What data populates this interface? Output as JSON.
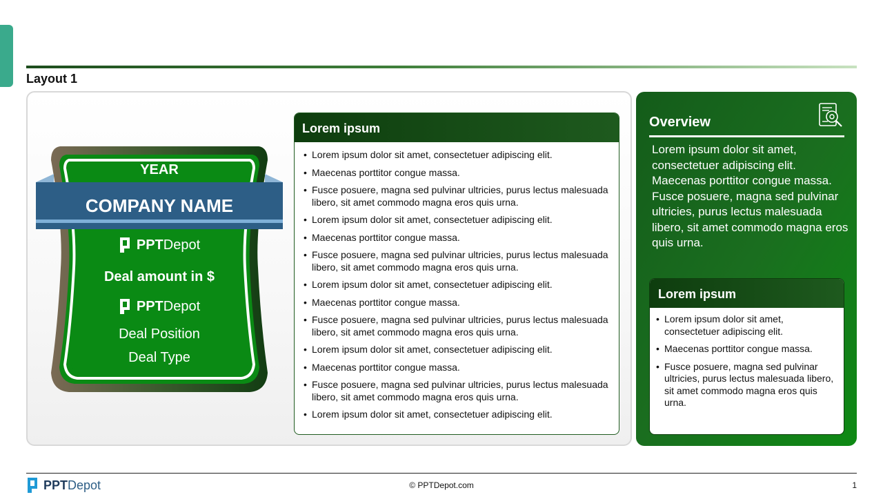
{
  "slide": {
    "section_title": "Layout 1",
    "page_number": "1",
    "copyright": "© PPTDepot.com"
  },
  "badge": {
    "year": "YEAR",
    "company": "COMPANY NAME",
    "logo_bold": "PPT",
    "logo_rest": "Depot",
    "deal_amount": "Deal amount in $",
    "deal_position": "Deal Position",
    "deal_type": "Deal Type"
  },
  "list_card": {
    "title": "Lorem ipsum",
    "items": [
      "Lorem ipsum dolor sit amet, consectetuer adipiscing elit.",
      "Maecenas porttitor congue massa.",
      "Fusce posuere, magna sed pulvinar ultricies, purus lectus malesuada libero, sit amet commodo magna eros quis urna.",
      "Lorem ipsum dolor sit amet, consectetuer adipiscing elit.",
      "Maecenas porttitor congue massa.",
      "Fusce posuere, magna sed pulvinar ultricies, purus lectus malesuada libero, sit amet commodo magna eros quis urna.",
      "Lorem ipsum dolor sit amet, consectetuer adipiscing elit.",
      "Maecenas porttitor congue massa.",
      "Fusce posuere, magna sed pulvinar ultricies, purus lectus malesuada libero, sit amet commodo magna eros quis urna.",
      "Lorem ipsum dolor sit amet, consectetuer adipiscing elit.",
      "Maecenas porttitor congue massa.",
      "Fusce posuere, magna sed pulvinar ultricies, purus lectus malesuada libero, sit amet commodo magna eros quis urna.",
      "Lorem ipsum dolor sit amet, consectetuer adipiscing elit."
    ]
  },
  "overview": {
    "title": "Overview",
    "icon": "document-search-icon",
    "body": "Lorem ipsum dolor sit amet, consectetuer adipiscing elit. Maecenas porttitor congue massa. Fusce posuere, magna sed pulvinar ultricies, purus lectus malesuada libero, sit amet commodo magna eros quis urna."
  },
  "mini_card": {
    "title": "Lorem ipsum",
    "items": [
      "Lorem ipsum dolor sit amet, consectetuer adipiscing elit.",
      "Maecenas porttitor congue massa.",
      "Fusce posuere, magna sed pulvinar ultricies, purus lectus malesuada libero, sit amet commodo magna eros quis urna."
    ]
  },
  "footer": {
    "logo_bold": "PPT",
    "logo_rest": "Depot"
  },
  "colors": {
    "accent_green": "#0a8a14",
    "dark_green": "#0e3d0e",
    "banner_blue": "#2d5e86",
    "side_tab": "#3aaa8c"
  }
}
